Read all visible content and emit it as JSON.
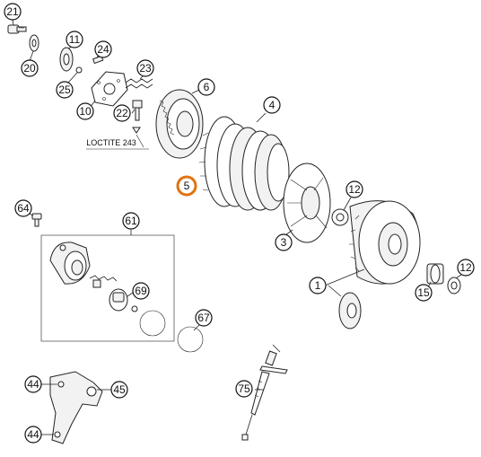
{
  "annotation": "LOCTITE 243",
  "highlight_color": "#e0730f",
  "callouts": {
    "n21": "21",
    "n20": "20",
    "n11": "11",
    "n24": "24",
    "n25": "25",
    "n10": "10",
    "n23": "23",
    "n22": "22",
    "n6": "6",
    "n4": "4",
    "n5": "5",
    "n12a": "12",
    "n12b": "12",
    "n3": "3",
    "n64": "64",
    "n61": "61",
    "n69": "69",
    "n1": "1",
    "n15": "15",
    "n67": "67",
    "n44a": "44",
    "n45": "45",
    "n44b": "44",
    "n75": "75"
  }
}
